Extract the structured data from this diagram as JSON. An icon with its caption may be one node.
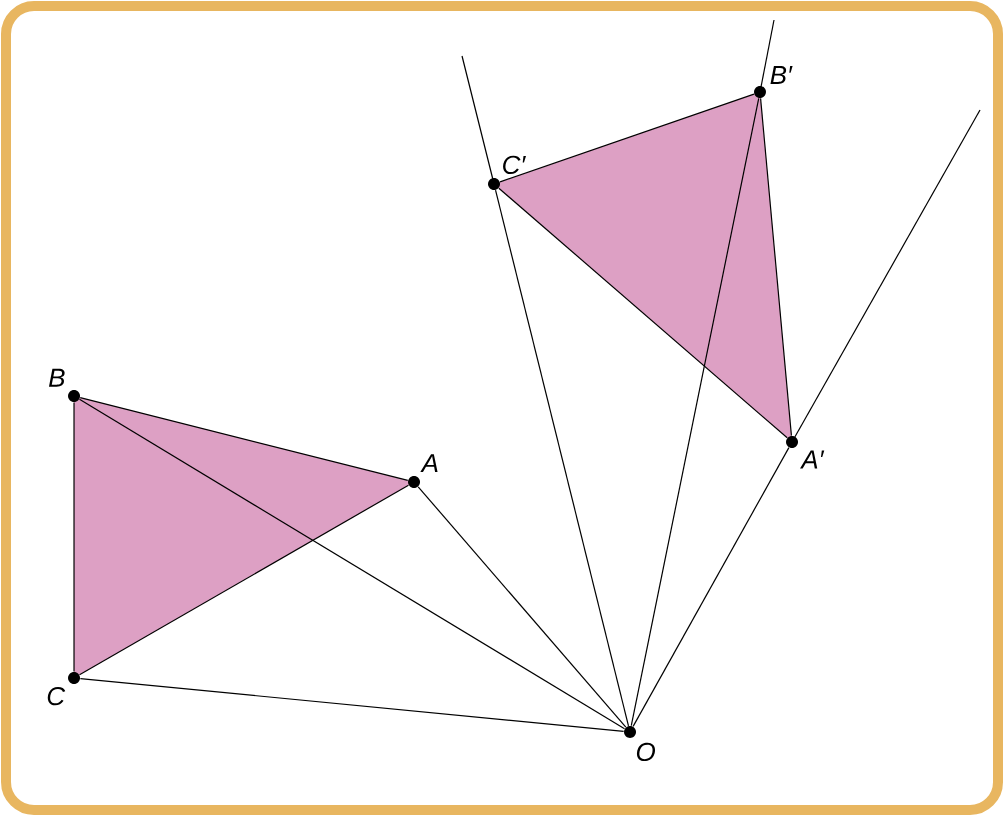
{
  "diagram": {
    "nodes": [
      {
        "text": [
          "B′"
        ]
      },
      {
        "text": [
          "C′"
        ]
      },
      {
        "text": [
          "A′"
        ]
      },
      {
        "text": [
          "B"
        ]
      },
      {
        "text": [
          "A"
        ]
      },
      {
        "text": [
          "C"
        ]
      },
      {
        "text": [
          "O"
        ]
      }
    ],
    "edges": [
      {
        "from": 1,
        "to": 0,
        "arrow": "none"
      },
      {
        "from": 0,
        "to": 2,
        "arrow": "none"
      },
      {
        "from": 2,
        "to": 1,
        "arrow": "none"
      },
      {
        "from": 3,
        "to": 4,
        "arrow": "none"
      },
      {
        "from": 4,
        "to": 5,
        "arrow": "none"
      },
      {
        "from": 5,
        "to": 3,
        "arrow": "none"
      },
      {
        "from": 6,
        "to": 0,
        "arrow": "none"
      },
      {
        "from": 6,
        "to": 1,
        "arrow": "none"
      },
      {
        "from": 6,
        "to": 2,
        "arrow": "none"
      },
      {
        "from": 6,
        "to": 3,
        "arrow": "none"
      },
      {
        "from": 6,
        "to": 4,
        "arrow": "none"
      },
      {
        "from": 6,
        "to": 5,
        "arrow": "none"
      }
    ]
  }
}
